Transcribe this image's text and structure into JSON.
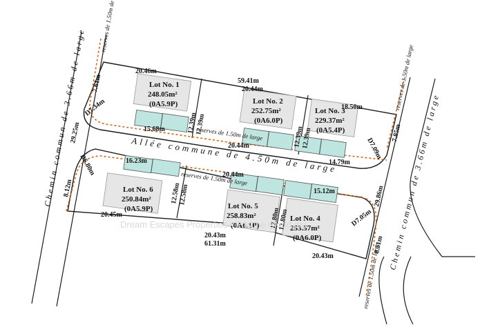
{
  "colors": {
    "boundary": "#1a1a1a",
    "reserve": "#d0661a",
    "parking_fill": "#bfe5e0",
    "building_fill": "#e6e6e6",
    "watermark": "#d9d9d9"
  },
  "roads": {
    "left": "Chemin commun de 3.66m de large",
    "right": "Chemin commun de 3.66m de large",
    "center": "Allée commune de 4.50m de large"
  },
  "reserves": {
    "top_left": "reserves de 1.50m de large",
    "top_right": "reserves de 1.50m de large",
    "middle_a": "reserves de 1.50m de large",
    "middle_b": "reserves de 1.50m de large",
    "bottom": "reserves de 1.50m de large"
  },
  "lots": [
    {
      "name": "Lot No. 1",
      "area": "248.05m²",
      "code": "(0A5.9P)"
    },
    {
      "name": "Lot No. 2",
      "area": "252.75m²",
      "code": "(0A6.0P)"
    },
    {
      "name": "Lot No. 3",
      "area": "229.37m²",
      "code": "(0A5.4P)"
    },
    {
      "name": "Lot No. 4",
      "area": "253.57m²",
      "code": "(0A6.0P)"
    },
    {
      "name": "Lot No. 5",
      "area": "258.83m²",
      "code": "(0A6.1P)"
    },
    {
      "name": "Lot No. 6",
      "area": "250.84m²",
      "code": "(0A5.9P)"
    }
  ],
  "dims": {
    "d1": "7.61m",
    "d2": "20.46m",
    "d3": "59.41m",
    "d4": "20.44m",
    "d5": "18.50m",
    "d6": "D7.34m",
    "d7": "29.25m",
    "d8": "15.68m",
    "d9": "12.39m",
    "d10": "12.39m",
    "d11": "12.39m",
    "d12": "12.39m",
    "d13": "20.44m",
    "d14": "7.85m",
    "d15": "D7.09m",
    "d16": "14.79m",
    "d17": "D6.80m",
    "d18": "16.23m",
    "d19": "20.44m",
    "d20": "15.12m",
    "d21": "8.12m",
    "d22": "12.58m",
    "d23": "12.58m",
    "d24": "12.80m",
    "d25": "12.80m",
    "d26": "29.86m",
    "d27": "D7.05m",
    "d28": "20.45m",
    "d29": "20.43m",
    "d30": "61.31m",
    "d31": "20.43m",
    "d32": "8.51m"
  },
  "watermark": "Dream Escapes Properties • Pristine Cloud.mu"
}
